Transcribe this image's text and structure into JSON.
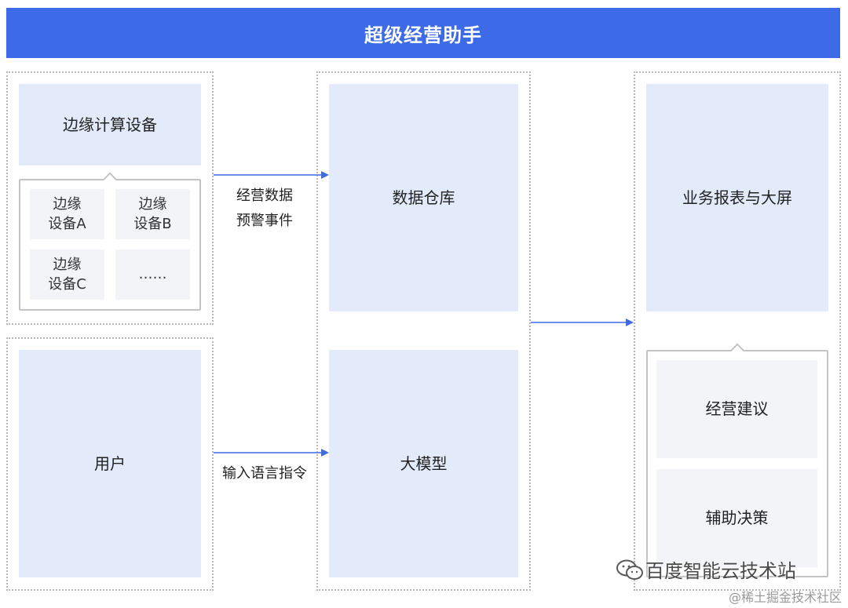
{
  "colors": {
    "title_bg": "#3d6ae7",
    "block_bg": "#e3ebfb",
    "sub_bg": "#f2f4f8",
    "arrow": "#3d6ae7"
  },
  "title": "超级经营助手",
  "edge_devices": {
    "label": "边缘计算设备",
    "devices": [
      "边缘\n设备A",
      "边缘\n设备B",
      "边缘\n设备C",
      "……"
    ]
  },
  "user": {
    "label": "用户"
  },
  "data_warehouse": {
    "label": "数据仓库"
  },
  "large_model": {
    "label": "大模型"
  },
  "reports": {
    "label": "业务报表与大屏"
  },
  "outputs": {
    "items": [
      "经营建议",
      "辅助决策"
    ]
  },
  "edges": {
    "edge_to_warehouse_line1": "经营数据",
    "edge_to_warehouse_line2": "预警事件",
    "user_to_model": "输入语言指令"
  },
  "watermark": {
    "main": "百度智能云技术站",
    "sub": "@稀土掘金技术社区",
    "icon": "wechat-icon"
  }
}
